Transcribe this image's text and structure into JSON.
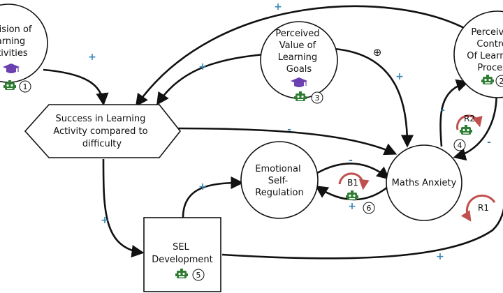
{
  "nodes": {
    "provision": [
      "Provision of",
      "Learning",
      "Activities"
    ],
    "perceived_value": [
      "Perceived",
      "Value of",
      "Learning",
      "Goals"
    ],
    "perceived_control": [
      "Perceived",
      "Control",
      "Of Learning",
      "Process"
    ],
    "success": [
      "Success in Learning",
      "Activity compared to",
      "difficulty"
    ],
    "emotional": [
      "Emotional",
      "Self-",
      "Regulation"
    ],
    "maths_anxiety": [
      "Maths Anxiety"
    ],
    "sel": [
      "SEL",
      "Development"
    ]
  },
  "badges": {
    "provision": "1",
    "control": "2",
    "value": "3",
    "r2": "4",
    "sel": "5",
    "b1": "6"
  },
  "loops": {
    "r2": "R2",
    "b1": "B1",
    "r1": "R1"
  },
  "signs": {
    "top_arc": "+",
    "provision_success": "+",
    "value_success": "+",
    "value_anxiety": "⊕",
    "success_anxiety": "-",
    "anxiety_control": "-",
    "control_anxiety": "-",
    "sel_emotional": "+",
    "emotional_anxiety": "-",
    "anxiety_emotional": "+",
    "success_sel": "+",
    "sel_r1": "+"
  },
  "colors": {
    "sign_blue": "#3a86b8",
    "robot_green": "#2e7d32",
    "loop_red": "#c0504d",
    "cap_purple": "#6a3fb0"
  },
  "icons": [
    "graduation-cap-icon",
    "robot-icon"
  ]
}
